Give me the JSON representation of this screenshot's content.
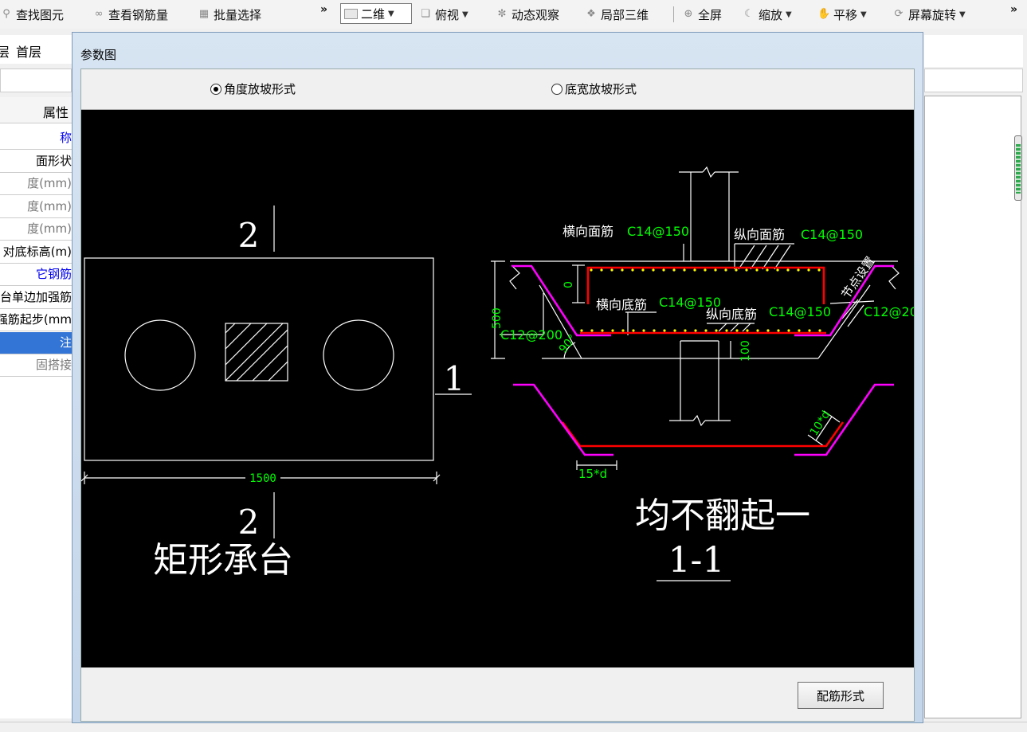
{
  "toolbar": {
    "find_element": "查找图元",
    "view_rebar": "查看钢筋量",
    "batch_select": "批量选择",
    "more1": "»",
    "view_mode": "二维",
    "top_view": "俯视",
    "dynamic_observe": "动态观察",
    "local_3d": "局部三维",
    "fullscreen": "全屏",
    "zoom": "缩放",
    "pan": "平移",
    "screen_rotate": "屏幕旋转",
    "more2": "»"
  },
  "left_panel": {
    "floor_prefix": "层",
    "floor_name": "首层",
    "header": "属性",
    "rows": [
      {
        "text": "称",
        "style": "blue"
      },
      {
        "text": "面形状",
        "style": "normal"
      },
      {
        "text": "度(mm)",
        "style": "gray"
      },
      {
        "text": "度(mm)",
        "style": "gray"
      },
      {
        "text": "度(mm)",
        "style": "gray"
      },
      {
        "text": "对底标高(m)",
        "style": "normal"
      },
      {
        "text": "它钢筋",
        "style": "blue"
      },
      {
        "text": "台单边加强筋",
        "style": "normal"
      },
      {
        "text": "强筋起步(mm",
        "style": "normal"
      },
      {
        "text": "注",
        "style": "sel"
      },
      {
        "text": "固搭接",
        "style": "gray"
      }
    ]
  },
  "dialog": {
    "title": "参数图",
    "radio_angle": "角度放坡形式",
    "radio_bottom_width": "底宽放坡形式",
    "radio_selected": "角度放坡形式",
    "button": "配筋形式"
  },
  "drawing": {
    "plan": {
      "section_mark_top": "2",
      "section_mark_bottom": "2",
      "section_mark_right": "1",
      "dimension": "1500",
      "caption": "矩形承台"
    },
    "section": {
      "top_transverse_label": "横向面筋",
      "top_transverse_value": "C14@150",
      "top_longitudinal_label": "纵向面筋",
      "top_longitudinal_value": "C14@150",
      "bottom_transverse_label": "横向底筋",
      "bottom_transverse_value": "C14@150",
      "bottom_longitudinal_label": "纵向底筋",
      "bottom_longitudinal_value": "C14@150",
      "side_rebar_left": "C12@200",
      "side_rebar_right": "C12@20",
      "node_setting": "节点设置",
      "height": "500",
      "zero": "0",
      "angle": "90°",
      "col_embed": "100",
      "hook1": "15*d",
      "hook2": "10*d",
      "note": "均不翻起一",
      "section_name": "1-1"
    }
  },
  "colors": {
    "red_rebar": "#ff0000",
    "magenta_rebar": "#ff00ff",
    "green_text": "#00ff00",
    "yellow_dots": "#ffff00",
    "white_line": "#ffffff",
    "selection_blue": "#3375d6"
  }
}
